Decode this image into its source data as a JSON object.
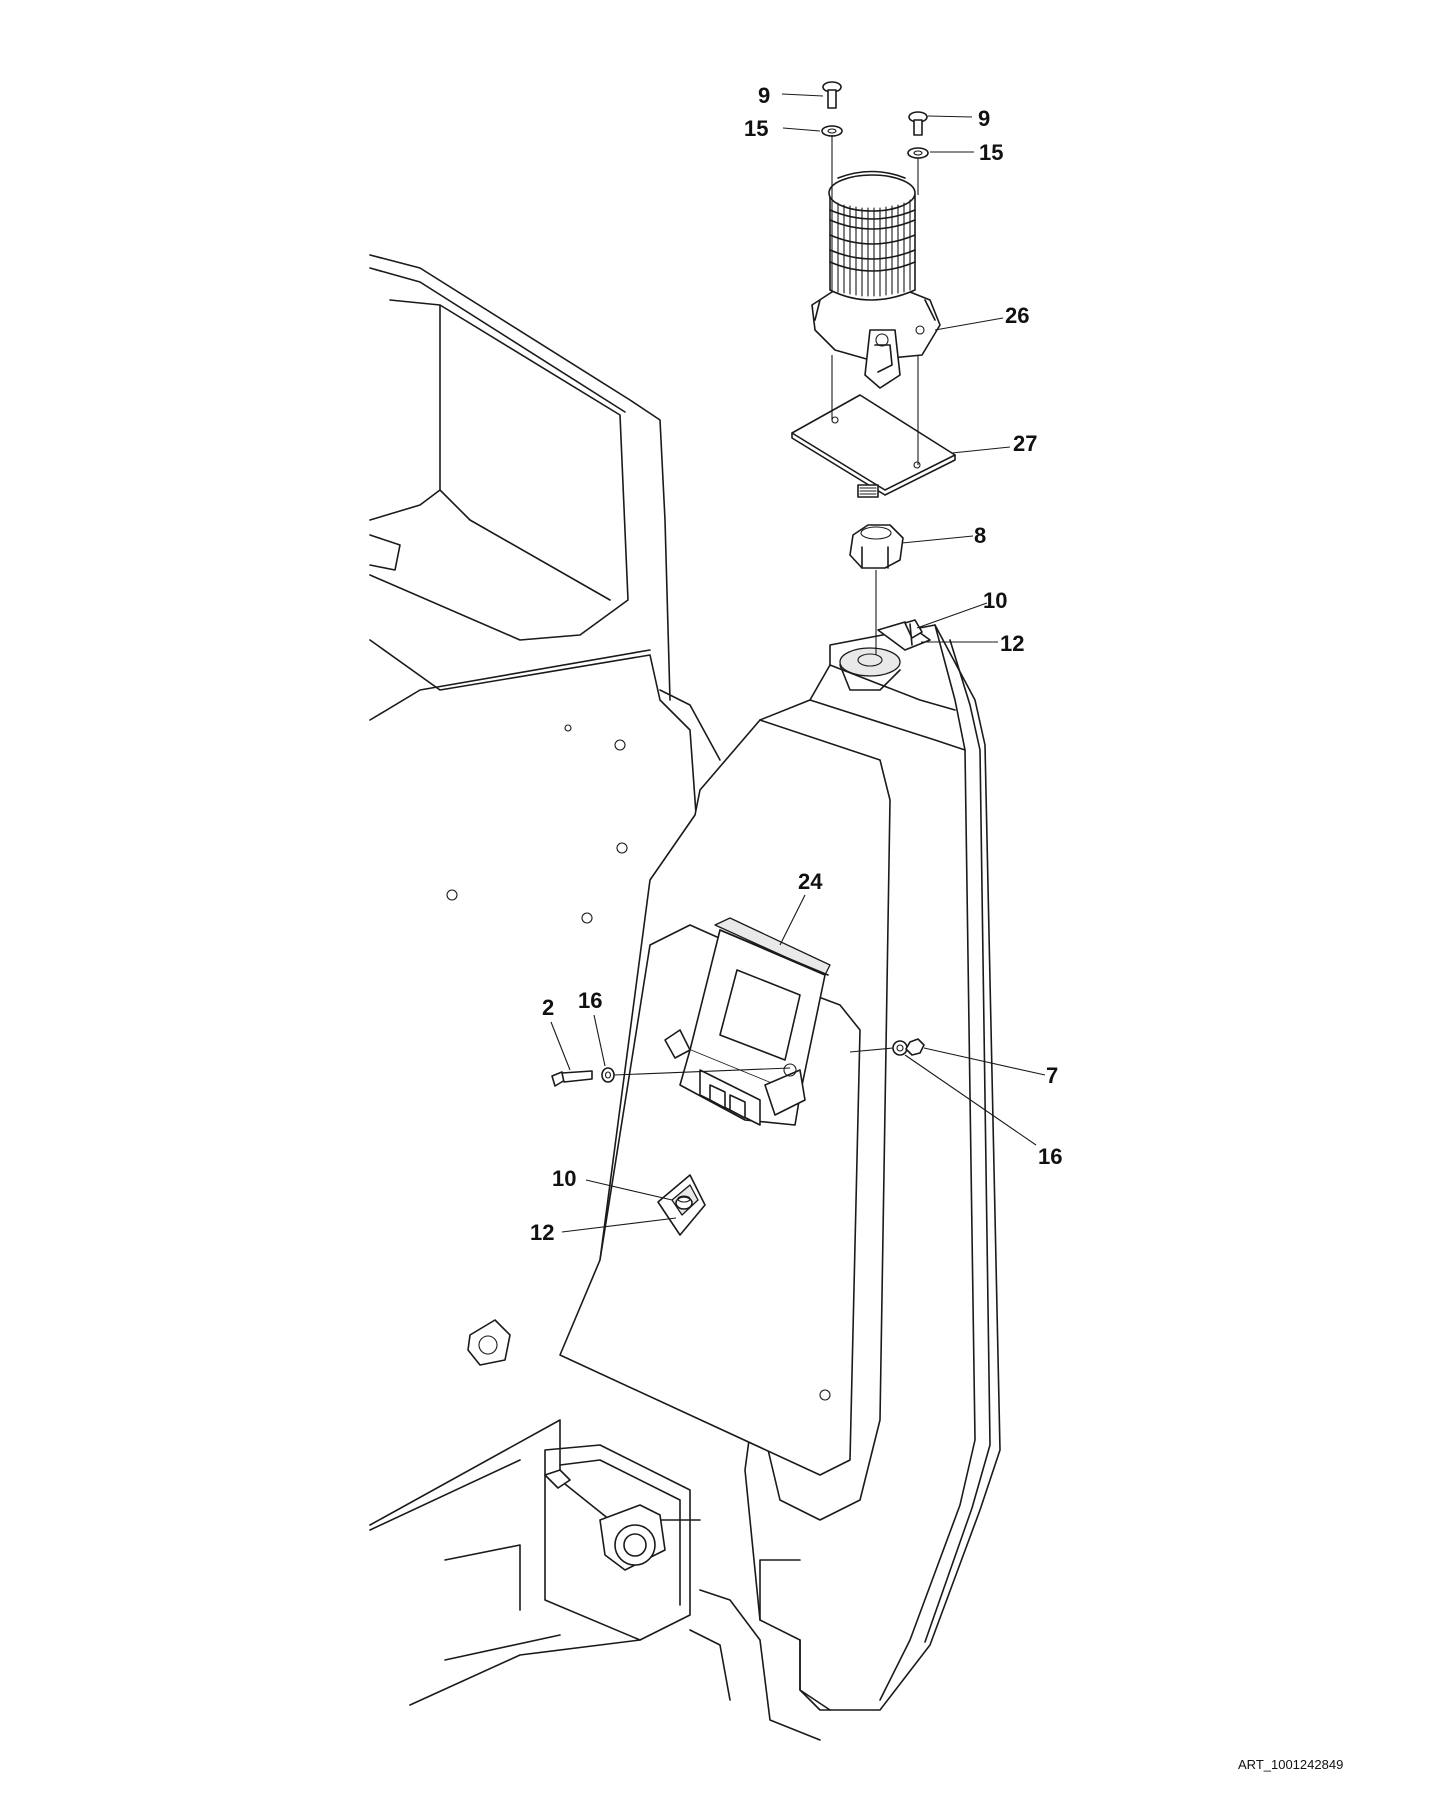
{
  "figure": {
    "art_id": "ART_1001242849"
  },
  "callouts": {
    "c9a": "9",
    "c15a": "15",
    "c9b": "9",
    "c15b": "15",
    "c26": "26",
    "c27": "27",
    "c8": "8",
    "c10a": "10",
    "c12a": "12",
    "c24": "24",
    "c2": "2",
    "c16a": "16",
    "c7": "7",
    "c16b": "16",
    "c10b": "10",
    "c12b": "12"
  }
}
